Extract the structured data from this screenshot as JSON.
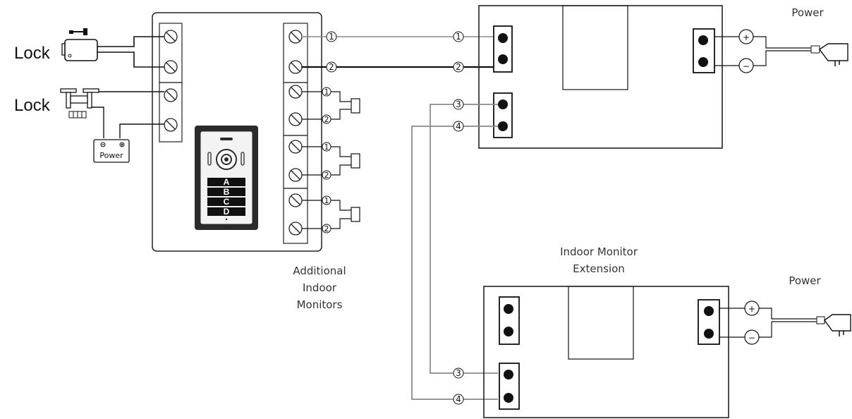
{
  "labels": {
    "lock_motor": "Lock",
    "lock_strike": "Lock",
    "lock_power": "Power",
    "power_top": "Power",
    "power_bottom": "Power",
    "additional_line1": "Additional",
    "additional_line2": "Indoor",
    "additional_line3": "Monitors",
    "extension_line1": "Indoor Monitor",
    "extension_line2": "Extension"
  },
  "wire_numbers": [
    "1",
    "2",
    "3",
    "4"
  ],
  "polarity": {
    "plus": "+",
    "minus": "−"
  },
  "keypad_buttons": [
    "A",
    "B",
    "C",
    "D"
  ],
  "colors": {
    "wire_grey": "#8a8a8a",
    "wire_black": "#111111",
    "outline": "#222222",
    "panel_dark": "#2b2b2b"
  }
}
